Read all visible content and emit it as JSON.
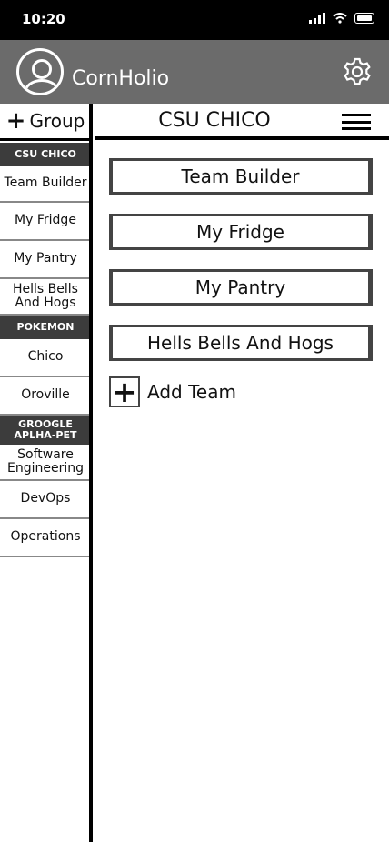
{
  "status_bar": {
    "time": "10:20"
  },
  "app_bar": {
    "username": "CornHolio"
  },
  "sidebar": {
    "add_group": "Group",
    "groups": [
      {
        "header": "CSU CHICO",
        "items": [
          "Team Builder",
          "My Fridge",
          "My Pantry",
          "Hells Bells And Hogs"
        ]
      },
      {
        "header": "POKEMON",
        "items": [
          "Chico",
          "Oroville"
        ]
      },
      {
        "header": "GROOGLE APLHA-PET",
        "items": [
          "Software Engineering",
          "DevOps",
          "Operations"
        ]
      }
    ]
  },
  "main": {
    "title": "CSU CHICO",
    "teams": [
      "Team Builder",
      "My Fridge",
      "My Pantry",
      "Hells Bells And Hogs"
    ],
    "add_team": "Add Team"
  }
}
